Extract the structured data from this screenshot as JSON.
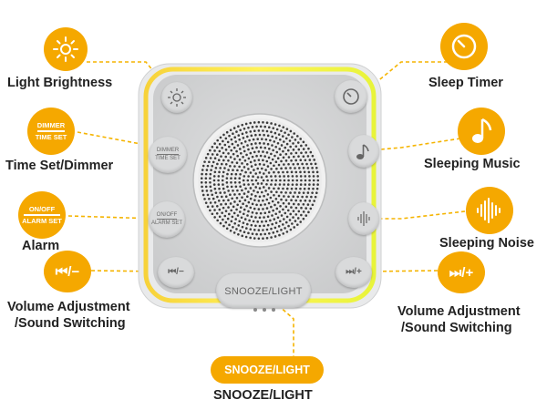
{
  "labels": {
    "light_brightness": "Light Brightness",
    "time_set_dimmer": "Time Set/Dimmer",
    "alarm": "Alarm",
    "volume_left_line1": "Volume Adjustment",
    "volume_left_line2": "/Sound Switching",
    "sleep_timer": "Sleep Timer",
    "sleeping_music": "Sleeping Music",
    "sleeping_noise": "Sleeping Noise",
    "volume_right_line1": "Volume Adjustment",
    "volume_right_line2": "/Sound Switching",
    "snooze_light": "SNOOZE/LIGHT"
  },
  "icons": {
    "dimmer_top": "DIMMER",
    "dimmer_bottom": "TIME SET",
    "alarm_top": "ON/OFF",
    "alarm_bottom": "ALARM SET",
    "prev": "⏮/−",
    "next": "⏭/+",
    "snooze_badge": "SNOOZE/LIGHT"
  },
  "device": {
    "btn_dimmer_top": "DIMMER",
    "btn_dimmer_bottom": "TIME SET",
    "btn_alarm_top": "ON/OFF",
    "btn_alarm_bottom": "ALARM SET",
    "btn_prev": "⏮/−",
    "btn_next": "⏭/+",
    "snooze_button": "SNOOZE/LIGHT"
  },
  "colors": {
    "accent": "#f5a800",
    "device_body": "#d4d5d6",
    "text": "#222222"
  }
}
